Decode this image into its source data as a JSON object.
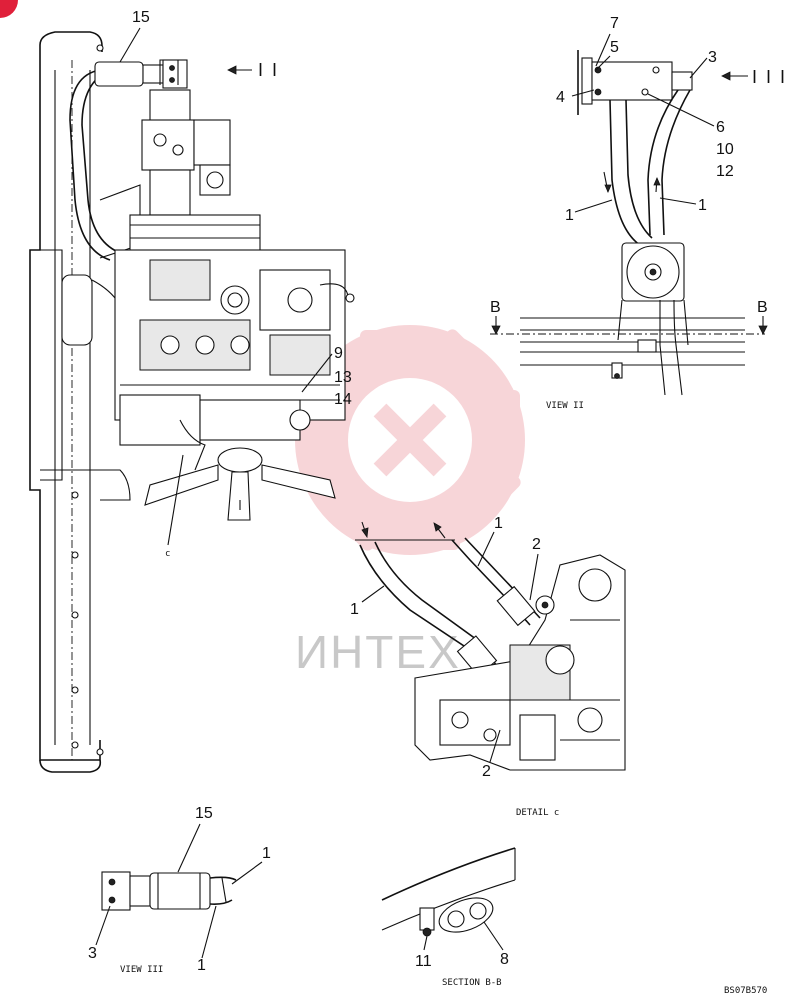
{
  "callouts": {
    "n15_top": "15",
    "n7": "7",
    "n5": "5",
    "n4": "4",
    "n3_top": "3",
    "n6": "6",
    "n10": "10",
    "n12": "12",
    "n1_view2_left": "1",
    "n1_view2_right": "1",
    "n9": "9",
    "n13": "13",
    "n14": "14",
    "n1_detail_top": "1",
    "n1_detail_left": "1",
    "n2_detail_top": "2",
    "n2_detail_bottom": "2",
    "n15_view3": "15",
    "n1_view3_top": "1",
    "n3_view3": "3",
    "n1_view3_bottom": "1",
    "n11": "11",
    "n8": "8"
  },
  "view_markers": {
    "view_ii": "I I",
    "view_iii": "I I I",
    "section_left": "B",
    "section_right": "B",
    "detail_ref": "c"
  },
  "captions": {
    "view_ii": "VIEW II",
    "detail_c": "DETAIL c",
    "view_iii": "VIEW III",
    "section_bb": "SECTION B-B"
  },
  "watermark": "ИНТЕХ",
  "drawing_code": "BS07B570",
  "colors": {
    "line": "#111111",
    "watermark": "#f3c6cb",
    "corner_mark": "#e0203a"
  }
}
